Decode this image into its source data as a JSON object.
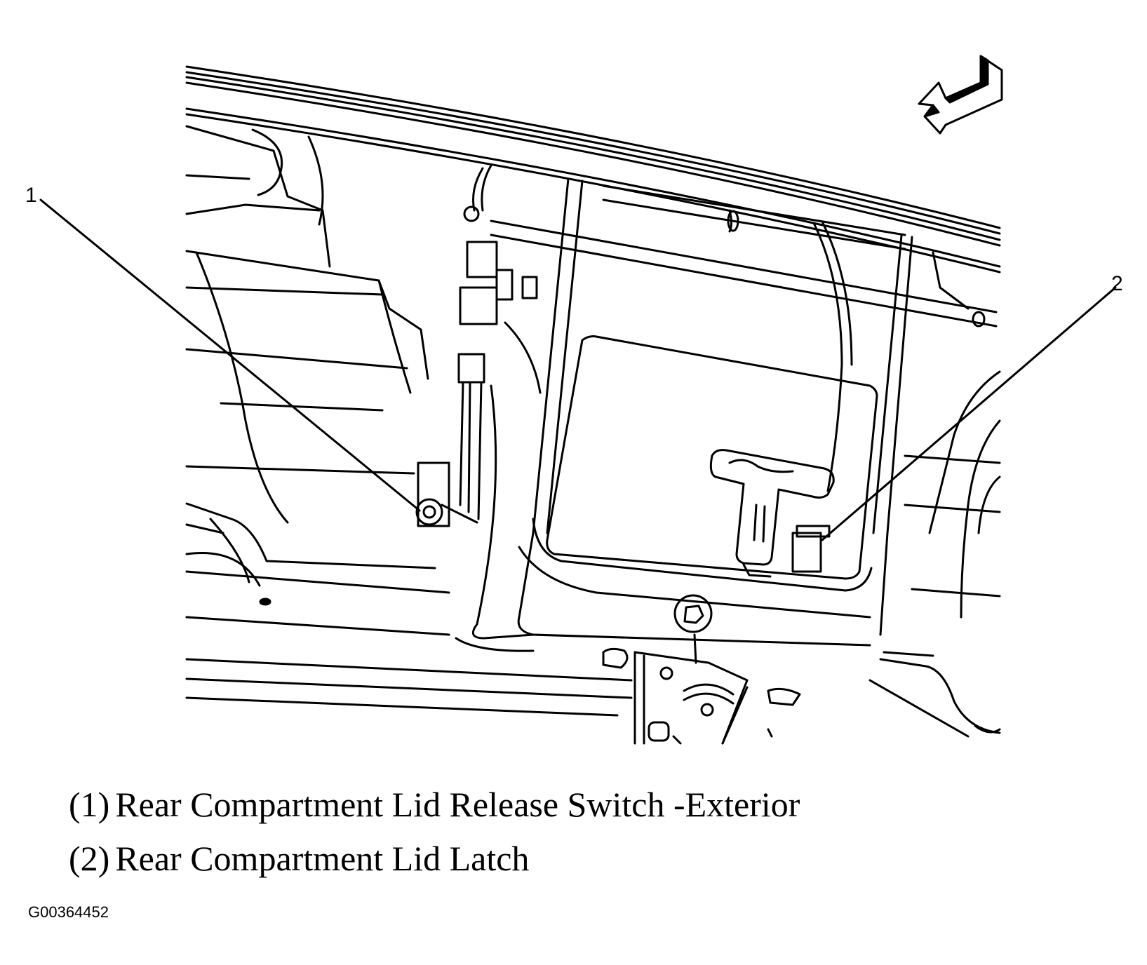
{
  "diagram": {
    "callouts": [
      {
        "number": "1"
      },
      {
        "number": "2"
      }
    ],
    "legend": [
      {
        "number": "(1)",
        "label": "Rear Compartment Lid Release Switch -Exterior"
      },
      {
        "number": "(2)",
        "label": "Rear Compartment Lid Latch"
      }
    ],
    "figure_id": "G00364452"
  },
  "colors": {
    "line": "#000000",
    "background": "#ffffff"
  },
  "icons": {
    "view_direction": "arrow-down-left-icon"
  }
}
